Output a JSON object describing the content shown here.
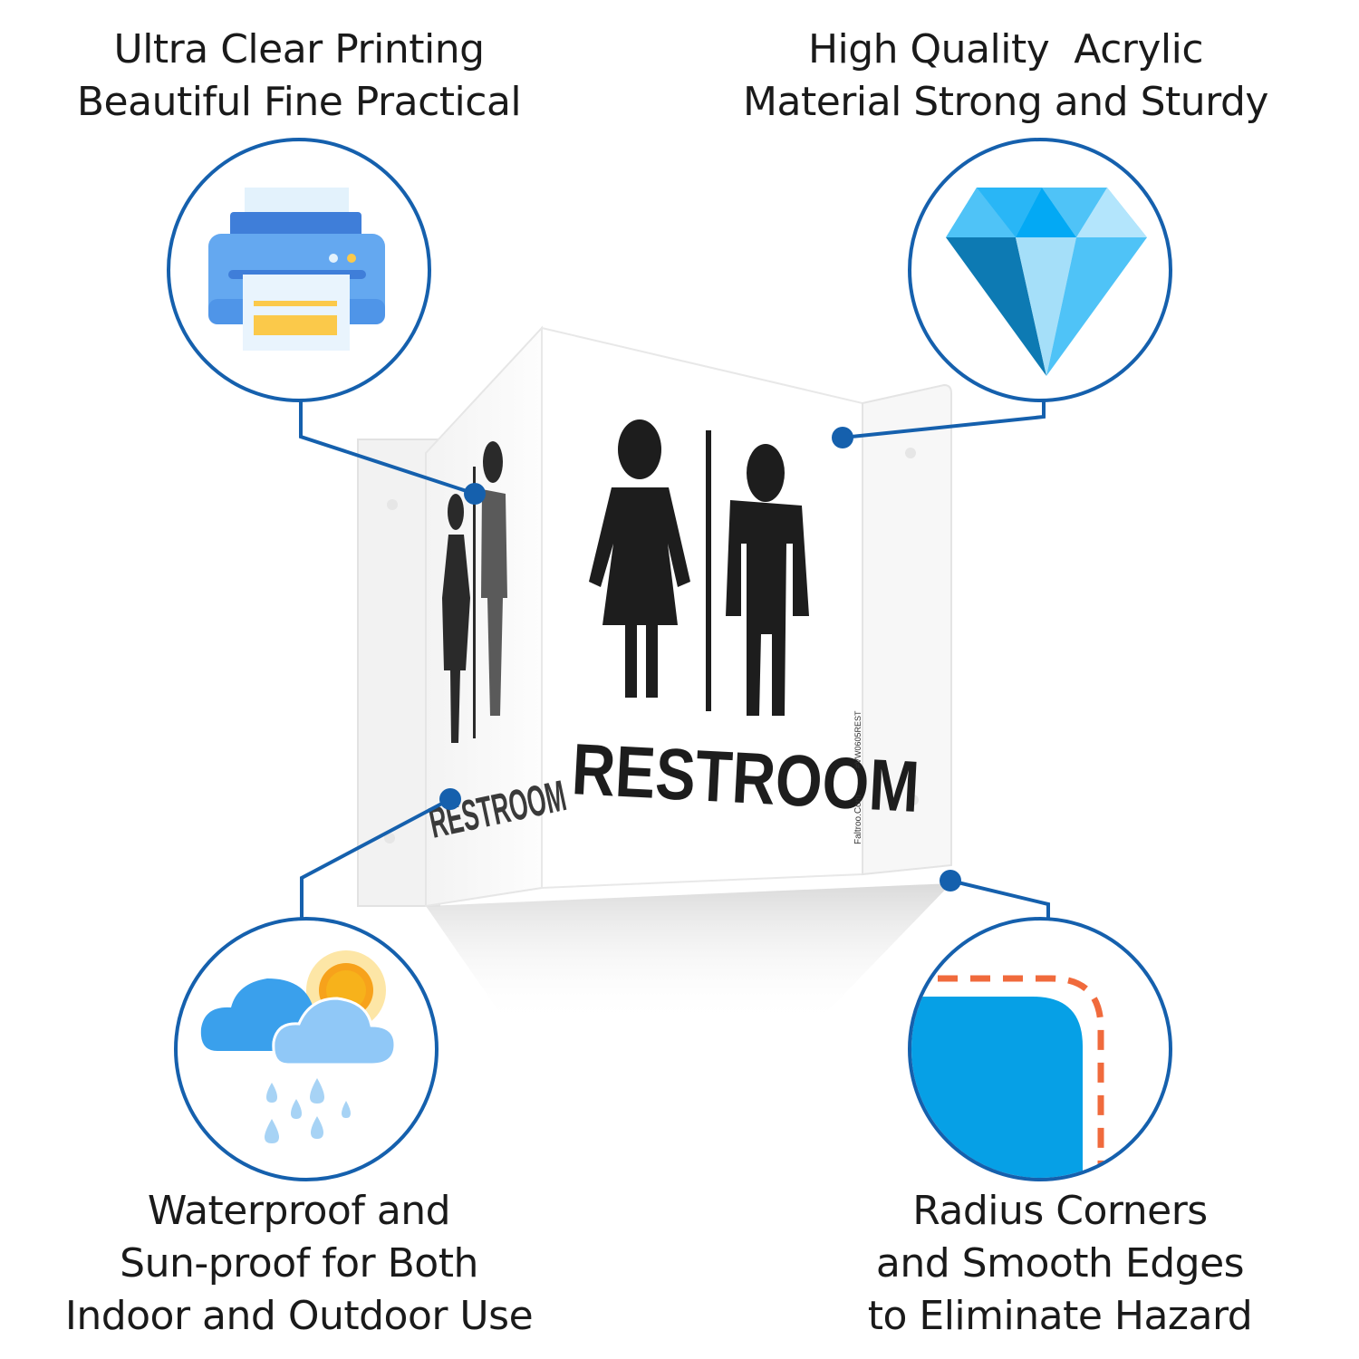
{
  "features": {
    "printing": {
      "line1": "Ultra Clear Printing",
      "line2": "Beautiful Fine Practical",
      "icon": "printer-icon"
    },
    "acrylic": {
      "line1": "High Quality  Acrylic",
      "line2": "Material Strong and Sturdy",
      "icon": "diamond-icon"
    },
    "weather": {
      "line1": "Waterproof and",
      "line2": "Sun-proof for Both",
      "line3": "Indoor and Outdoor Use",
      "icon": "weather-icon"
    },
    "radius": {
      "line1": "Radius Corners",
      "line2": "and Smooth Edges",
      "line3": "to Eliminate Hazard",
      "icon": "rounded-corner-icon"
    }
  },
  "sign": {
    "front_label": "RESTROOM",
    "side_label": "RESTROOM",
    "brand": "Faltroo.Com",
    "sku": "#VW0605REST"
  },
  "colors": {
    "accent_blue": "#1560ad",
    "sign_text": "#1d1d1d",
    "printer_blue": "#4f95e8",
    "printer_yellow": "#fbc94a",
    "diamond_light": "#81d4fa",
    "corner_fill": "#06a0e6",
    "corner_dash": "#f06a3c",
    "sun_orange": "#f7b21b"
  }
}
